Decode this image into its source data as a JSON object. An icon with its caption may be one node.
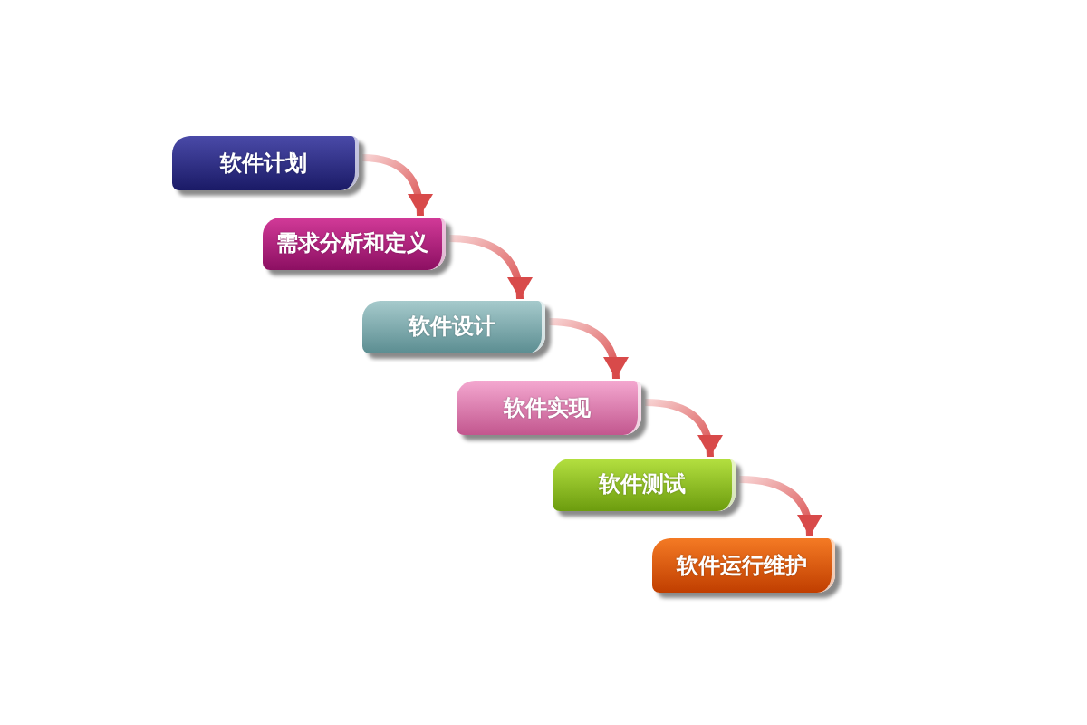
{
  "diagram": {
    "nodes": [
      {
        "text": [
          "软件计划"
        ]
      },
      {
        "text": [
          "需求分析和定义"
        ]
      },
      {
        "text": [
          "软件设计"
        ]
      },
      {
        "text": [
          "软件实现"
        ]
      },
      {
        "text": [
          "软件测试"
        ]
      },
      {
        "text": [
          "软件运行维护"
        ]
      }
    ],
    "edges": [
      {
        "from": 0,
        "to": 1,
        "arrow": "to"
      },
      {
        "from": 1,
        "to": 2,
        "arrow": "to"
      },
      {
        "from": 2,
        "to": 3,
        "arrow": "to"
      },
      {
        "from": 3,
        "to": 4,
        "arrow": "to"
      },
      {
        "from": 4,
        "to": 5,
        "arrow": "to"
      }
    ]
  }
}
